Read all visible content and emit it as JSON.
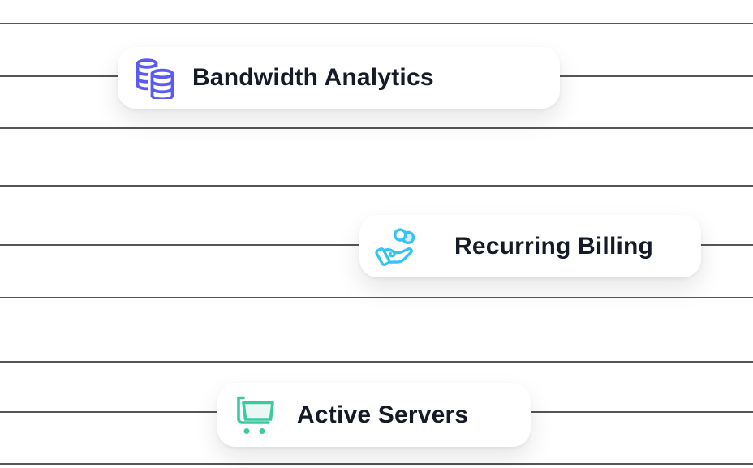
{
  "illustration": {
    "background_color": "#ffffff",
    "line_color": "#555555",
    "line_count": 9
  },
  "text_color": "#141b27",
  "cards": [
    {
      "label": "Bandwidth Analytics",
      "icon": "database-stack-icon",
      "icon_color": "#5b5bf2"
    },
    {
      "label": "Recurring Billing",
      "icon": "hand-coins-icon",
      "icon_color": "#35c3f2",
      "coin_fill": "#d4effc"
    },
    {
      "label": "Active Servers",
      "icon": "shopping-cart-icon",
      "icon_color": "#3bc9a2",
      "basket_fill": "#e9f8f3"
    }
  ]
}
